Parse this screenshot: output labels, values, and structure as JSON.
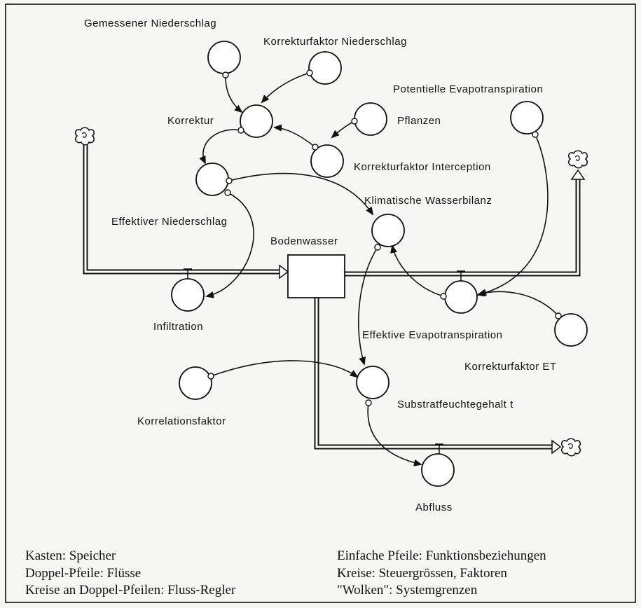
{
  "nodes": {
    "gemessener_niederschlag": "Gemessener Niederschlag",
    "korrekturfaktor_niederschlag": "Korrekturfaktor Niederschlag",
    "potentielle_evapotranspiration": "Potentielle Evapotranspiration",
    "pflanzen": "Pflanzen",
    "korrektur": "Korrektur",
    "korrekturfaktor_interception": "Korrekturfaktor Interception",
    "klimatische_wasserbilanz": "Klimatische Wasserbilanz",
    "effektiver_niederschlag": "Effektiver Niederschlag",
    "bodenwasser": "Bodenwasser",
    "infiltration": "Infiltration",
    "effektive_evapotranspiration": "Effektive Evapotranspiration",
    "korrekturfaktor_et": "Korrekturfaktor ET",
    "substratfeuchtegehalt": "Substratfeuchtegehalt t",
    "korrelationsfaktor": "Korrelationsfaktor",
    "abfluss": "Abfluss"
  },
  "legend": {
    "left": [
      "Kasten: Speicher",
      "Doppel-Pfeile: Flüsse",
      "Kreise an Doppel-Pfeilen: Fluss-Regler"
    ],
    "right": [
      "Einfache Pfeile: Funktionsbeziehungen",
      "Kreise: Steuergrössen, Faktoren",
      "\"Wolken\": Systemgrenzen"
    ]
  },
  "colors": {
    "ink": "#111111",
    "paper": "#f6f6f4"
  }
}
